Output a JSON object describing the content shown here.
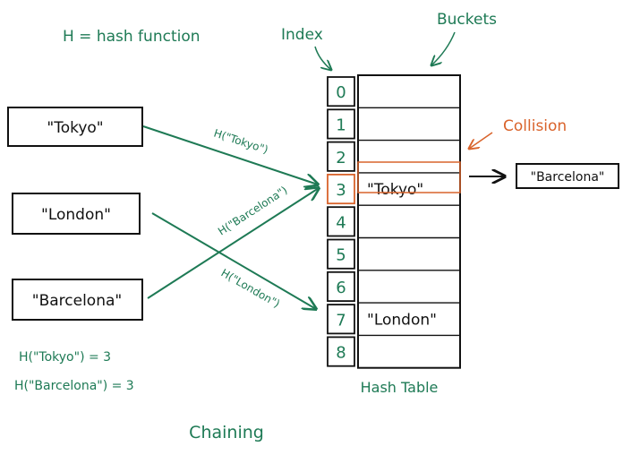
{
  "colors": {
    "ink": "#111111",
    "accent": "#1e7a55",
    "collision": "#d9632b"
  },
  "labels": {
    "hash_def": "H = hash function",
    "index": "Index",
    "buckets": "Buckets",
    "collision": "Collision",
    "table_title": "Hash Table",
    "chaining": "Chaining"
  },
  "keys": [
    "\"Tokyo\"",
    "\"London\"",
    "\"Barcelona\""
  ],
  "indices": [
    "0",
    "1",
    "2",
    "3",
    "4",
    "5",
    "6",
    "7",
    "8"
  ],
  "bucket_entries": {
    "3": "\"Tokyo\"",
    "7": "\"London\""
  },
  "chain_node": "\"Barcelona\"",
  "arrow_labels": {
    "tokyo": "H(\"Tokyo\")",
    "barcelona": "H(\"Barcelona\")",
    "london": "H(\"London\")"
  },
  "equations": [
    "H(\"Tokyo\") = 3",
    "H(\"Barcelona\") = 3"
  ]
}
